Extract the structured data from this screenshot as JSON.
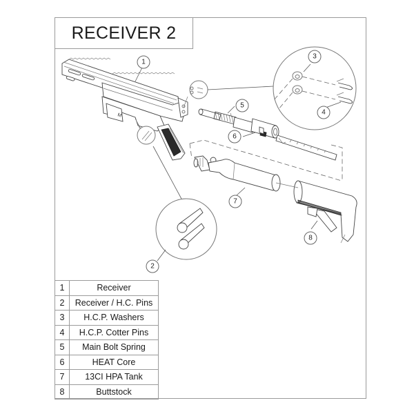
{
  "title": "RECEIVER 2",
  "callouts": [
    "1",
    "2",
    "3",
    "4",
    "5",
    "6",
    "7",
    "8"
  ],
  "parts": [
    {
      "number": "1",
      "name": "Receiver"
    },
    {
      "number": "2",
      "name": "Receiver / H.C. Pins"
    },
    {
      "number": "3",
      "name": "H.C.P. Washers"
    },
    {
      "number": "4",
      "name": "H.C.P. Cotter Pins"
    },
    {
      "number": "5",
      "name": "Main Bolt Spring"
    },
    {
      "number": "6",
      "name": "HEAT Core"
    },
    {
      "number": "7",
      "name": "13CI HPA Tank"
    },
    {
      "number": "8",
      "name": "Buttstock"
    }
  ],
  "colors": {
    "line": "#555555",
    "frame": "#9a9a9a",
    "text": "#1a1a1a"
  }
}
